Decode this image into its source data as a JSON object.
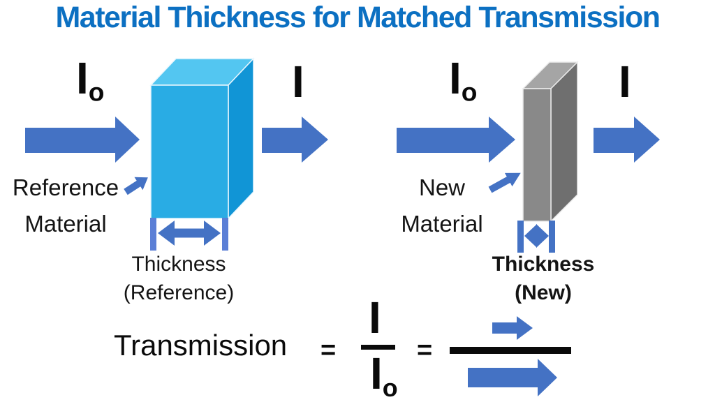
{
  "title": "Material Thickness for Matched Transmission",
  "colors": {
    "title_blue": "#0c70c2",
    "arrow_blue": "#4472c4",
    "thickness_bar_light_blue": "#5b7fd6",
    "ref_box_front": "#29ace4",
    "ref_box_top": "#53c6f1",
    "ref_box_side": "#1195d6",
    "new_box_front": "#898989",
    "new_box_top": "#a5a5a5",
    "new_box_side": "#6f6f6f",
    "text_black": "#0a0a0a"
  },
  "left_panel": {
    "incident_label": "I",
    "incident_subscript": "o",
    "transmitted_label": "I",
    "material_label_line1": "Reference",
    "material_label_line2": "Material",
    "thickness_label_line1": "Thickness",
    "thickness_label_line2": "(Reference)"
  },
  "right_panel": {
    "incident_label": "I",
    "incident_subscript": "o",
    "transmitted_label": "I",
    "material_label_line1": "New",
    "material_label_line2": "Material",
    "thickness_label_line1": "Thickness",
    "thickness_label_line2": "(New)"
  },
  "equation": {
    "lhs": "Transmission",
    "equals1": "=",
    "numerator": "I",
    "denominator": "I",
    "denominator_subscript": "o",
    "equals2": "="
  }
}
